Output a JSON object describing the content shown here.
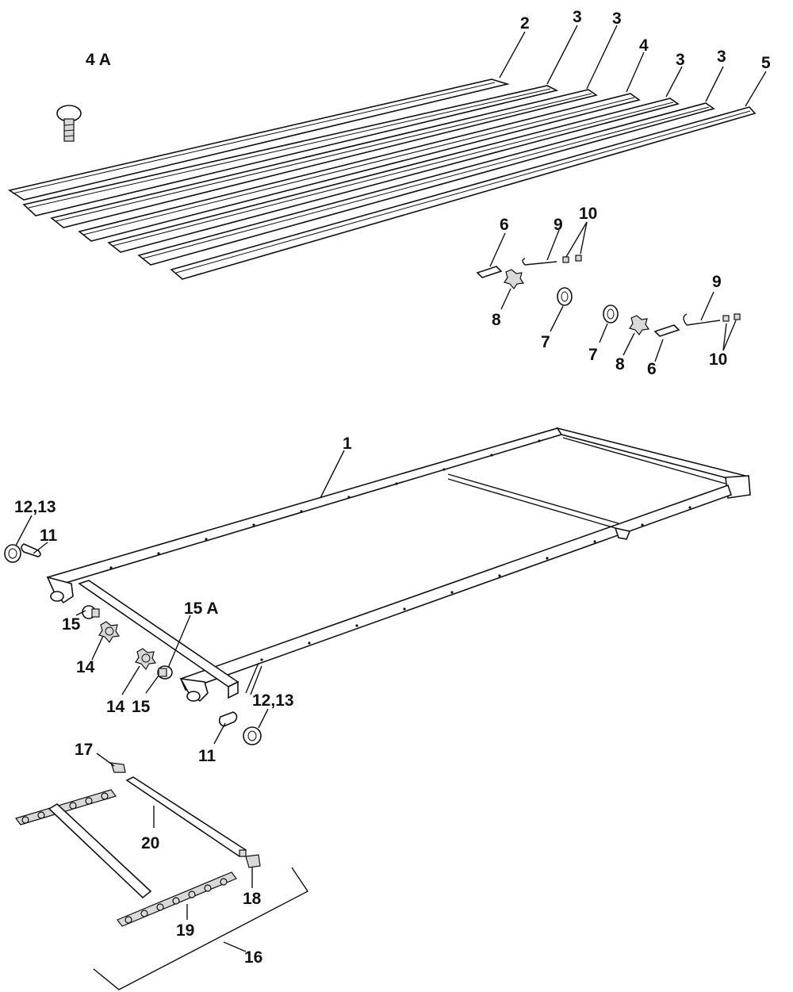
{
  "diagram": {
    "callouts": {
      "c1": "1",
      "c2": "2",
      "c3a": "3",
      "c3b": "3",
      "c3c": "3",
      "c3d": "3",
      "c4": "4",
      "c4a": "4 A",
      "c5": "5",
      "c6a": "6",
      "c6b": "6",
      "c7a": "7",
      "c7b": "7",
      "c8a": "8",
      "c8b": "8",
      "c9a": "9",
      "c9b": "9",
      "c10a": "10",
      "c10b": "10",
      "c11a": "11",
      "c11b": "11",
      "c1213a": "12,13",
      "c1213b": "12,13",
      "c14a": "14",
      "c14b": "14",
      "c15a": "15",
      "c15b": "15",
      "c15A": "15 A",
      "c16": "16",
      "c17": "17",
      "c18": "18",
      "c19": "19",
      "c20": "20"
    }
  }
}
